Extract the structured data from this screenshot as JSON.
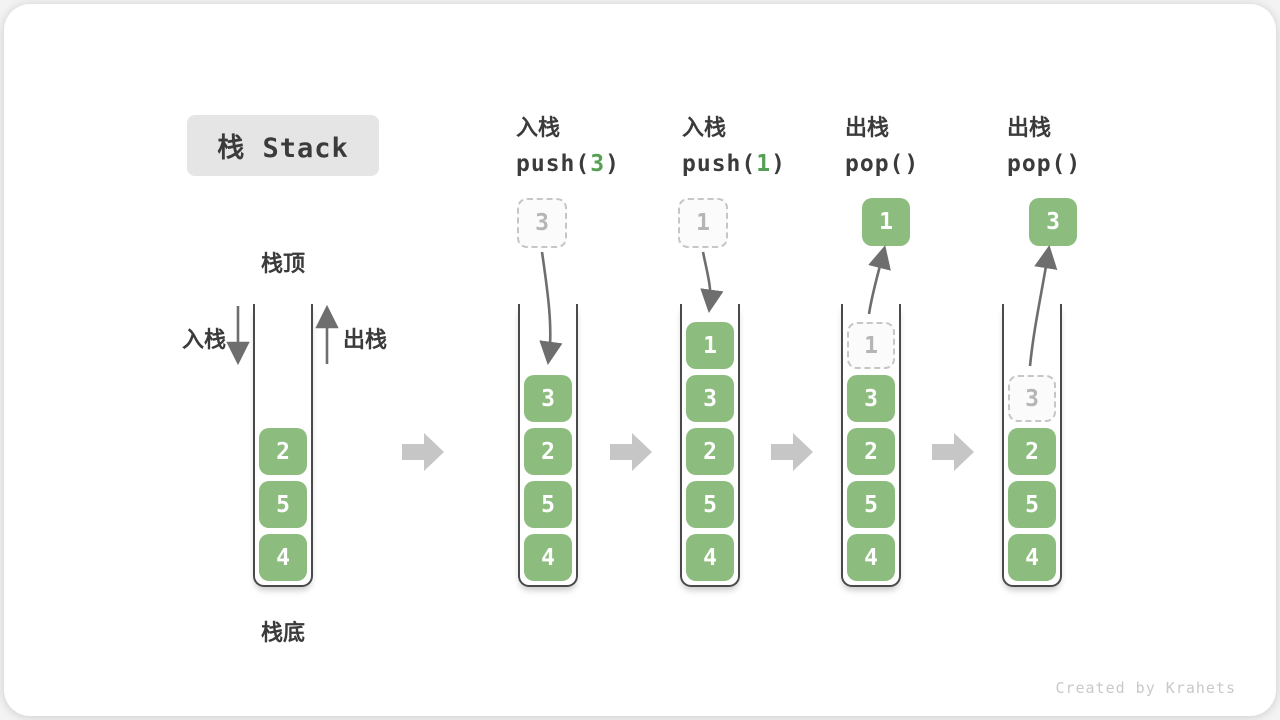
{
  "title": "栈 Stack",
  "labels": {
    "stack_top": "栈顶",
    "stack_bottom": "栈底",
    "push": "入栈",
    "pop": "出栈"
  },
  "watermark": "Created by Krahets",
  "colors": {
    "block_green": "#8dbd7e",
    "code_arg_green": "#56a054",
    "text_dark": "#3b3b3b",
    "dashed_border": "#c6c6c6",
    "dashed_text": "#b5b5b5",
    "arrow_gray": "#6e6e6e",
    "step_arrow_gray": "#c6c6c6",
    "title_bg": "#e5e5e5",
    "container_stroke": "#4a4a4a",
    "watermark_gray": "#c9c9c9"
  },
  "steps": [
    {
      "name": "initial",
      "stack": [
        "2",
        "5",
        "4"
      ]
    },
    {
      "name": "push-3",
      "op": "入栈",
      "code_pre": "push(",
      "code_arg": "3",
      "code_post": ")",
      "floating_style": "dashed",
      "floating_value": "3",
      "stack": [
        "3",
        "2",
        "5",
        "4"
      ]
    },
    {
      "name": "push-1",
      "op": "入栈",
      "code_pre": "push(",
      "code_arg": "1",
      "code_post": ")",
      "floating_style": "dashed",
      "floating_value": "1",
      "stack": [
        "1",
        "3",
        "2",
        "5",
        "4"
      ]
    },
    {
      "name": "pop-1",
      "op": "出栈",
      "code_pre": "pop(",
      "code_arg": "",
      "code_post": ")",
      "floating_style": "solid",
      "floating_value": "1",
      "popped_slot_style": "dashed",
      "stack": [
        "1",
        "3",
        "2",
        "5",
        "4"
      ]
    },
    {
      "name": "pop-3",
      "op": "出栈",
      "code_pre": "pop(",
      "code_arg": "",
      "code_post": ")",
      "floating_style": "solid",
      "floating_value": "3",
      "popped_slot_style": "dashed",
      "stack": [
        "3",
        "2",
        "5",
        "4"
      ]
    }
  ]
}
